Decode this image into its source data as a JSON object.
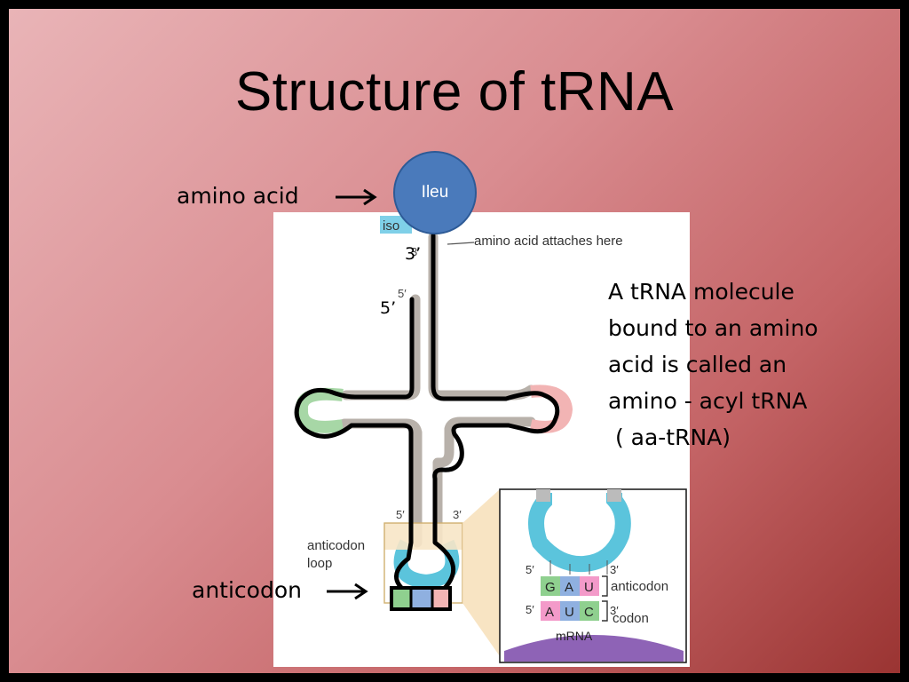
{
  "slide": {
    "title": "Structure of tRNA",
    "labels": {
      "amino_acid": "amino acid",
      "anticodon": "anticodon",
      "amino_acid_circle": "Ileu",
      "three_prime": "3’",
      "five_prime": "5’"
    },
    "description_lines": [
      "A tRNA molecule",
      "bound to an amino",
      "acid is called an",
      "amino - acyl tRNA",
      " ( aa-tRNA)"
    ]
  },
  "figure": {
    "iso_tag": "iso",
    "attach_label": "amino acid attaches here",
    "prime_3": "3′",
    "prime_5": "5′",
    "anticodon_loop_line1": "anticodon",
    "anticodon_loop_line2": "loop",
    "anticodon_bases": [
      "G",
      "A",
      "U"
    ],
    "codon_bases": [
      "A",
      "U",
      "C"
    ],
    "anticodon_label": "anticodon",
    "codon_label": "codon",
    "mrna_label": "mRNA"
  },
  "colors": {
    "circle": "#4a7abb",
    "loop_cyan": "#5bc4dc",
    "d_loop_green": "#a7d7a6",
    "t_loop_pink": "#f2b4b4",
    "base_green": "#8fd08f",
    "base_blue": "#8fb0e0",
    "base_pink": "#f39ac9",
    "mrna_purple": "#8e63b6"
  }
}
